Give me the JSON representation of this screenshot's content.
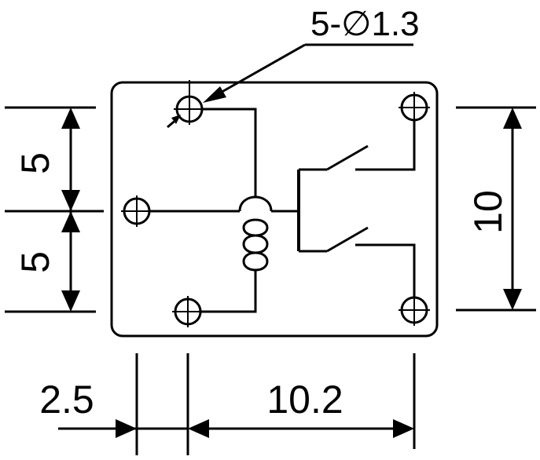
{
  "diagram": {
    "callout_label": "5-∅1.3",
    "dim_left_upper": "5",
    "dim_left_lower": "5",
    "dim_right": "10",
    "dim_bottom_left": "2.5",
    "dim_bottom_right": "10.2",
    "colors": {
      "line": "#000000",
      "background": "#ffffff"
    }
  }
}
